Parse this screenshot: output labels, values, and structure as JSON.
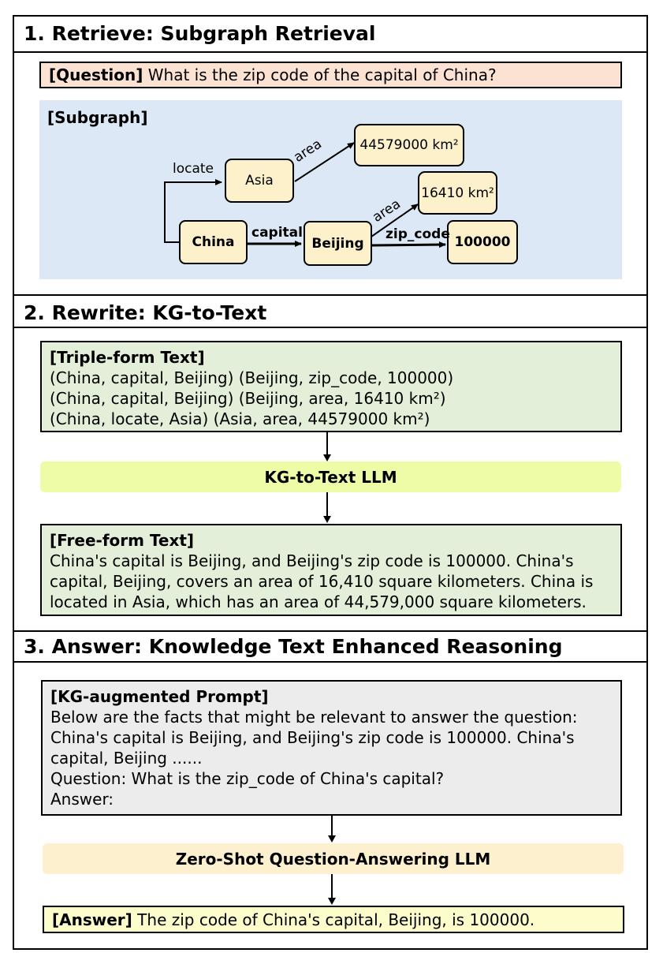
{
  "sections": {
    "retrieve_title": "1. Retrieve: Subgraph Retrieval",
    "rewrite_title": "2. Rewrite: KG-to-Text",
    "answer_title": "3. Answer: Knowledge Text Enhanced Reasoning"
  },
  "question": {
    "tag": "[Question]",
    "text": " What is the zip code of the capital of China?"
  },
  "subgraph": {
    "tag": "[Subgraph]",
    "nodes": {
      "china": "China",
      "asia": "Asia",
      "beijing": "Beijing",
      "asia_area": "44579000 km²",
      "beijing_area": "16410 km²",
      "zip": "100000"
    },
    "edges": {
      "locate": "locate",
      "area_asia": "area",
      "capital": "capital",
      "area_beijing": "area",
      "zip_code": "zip_code"
    }
  },
  "triple_text": {
    "tag": "[Triple-form Text]",
    "lines": [
      "(China, capital, Beijing) (Beijing, zip_code, 100000)",
      "(China, capital, Beijing) (Beijing, area, 16410 km²)",
      "(China, locate, Asia) (Asia, area, 44579000 km²)"
    ]
  },
  "kg_to_text_llm": "KG-to-Text LLM",
  "free_text": {
    "tag": "[Free-form Text]",
    "lines": [
      "China's capital is Beijing, and Beijing's zip code is 100000. China's",
      "capital, Beijing, covers an area of 16,410 square kilometers. China is",
      "located in Asia, which has an area of 44,579,000 square kilometers."
    ]
  },
  "prompt": {
    "tag": "[KG-augmented Prompt]",
    "lines": [
      "Below are the facts that might be relevant to answer the question:",
      "China's capital is Beijing, and Beijing's zip code is 100000. China's",
      "capital, Beijing ......",
      "Question: What is the zip_code of China's capital?",
      "Answer:"
    ]
  },
  "qa_llm": "Zero-Shot Question-Answering LLM",
  "answer": {
    "tag": "[Answer]",
    "text": " The zip code of China's capital, Beijing, is 100000."
  },
  "colors": {
    "question_bg": "#fbe2d3",
    "subgraph_bg": "#dce8f5",
    "node_bg": "#fdf1cc",
    "text_box_bg": "#e3efd9",
    "kg_llm_bg": "#eefca8",
    "prompt_bg": "#ececec",
    "qa_llm_bg": "#fdf0cf",
    "answer_bg": "#fdfccb"
  }
}
